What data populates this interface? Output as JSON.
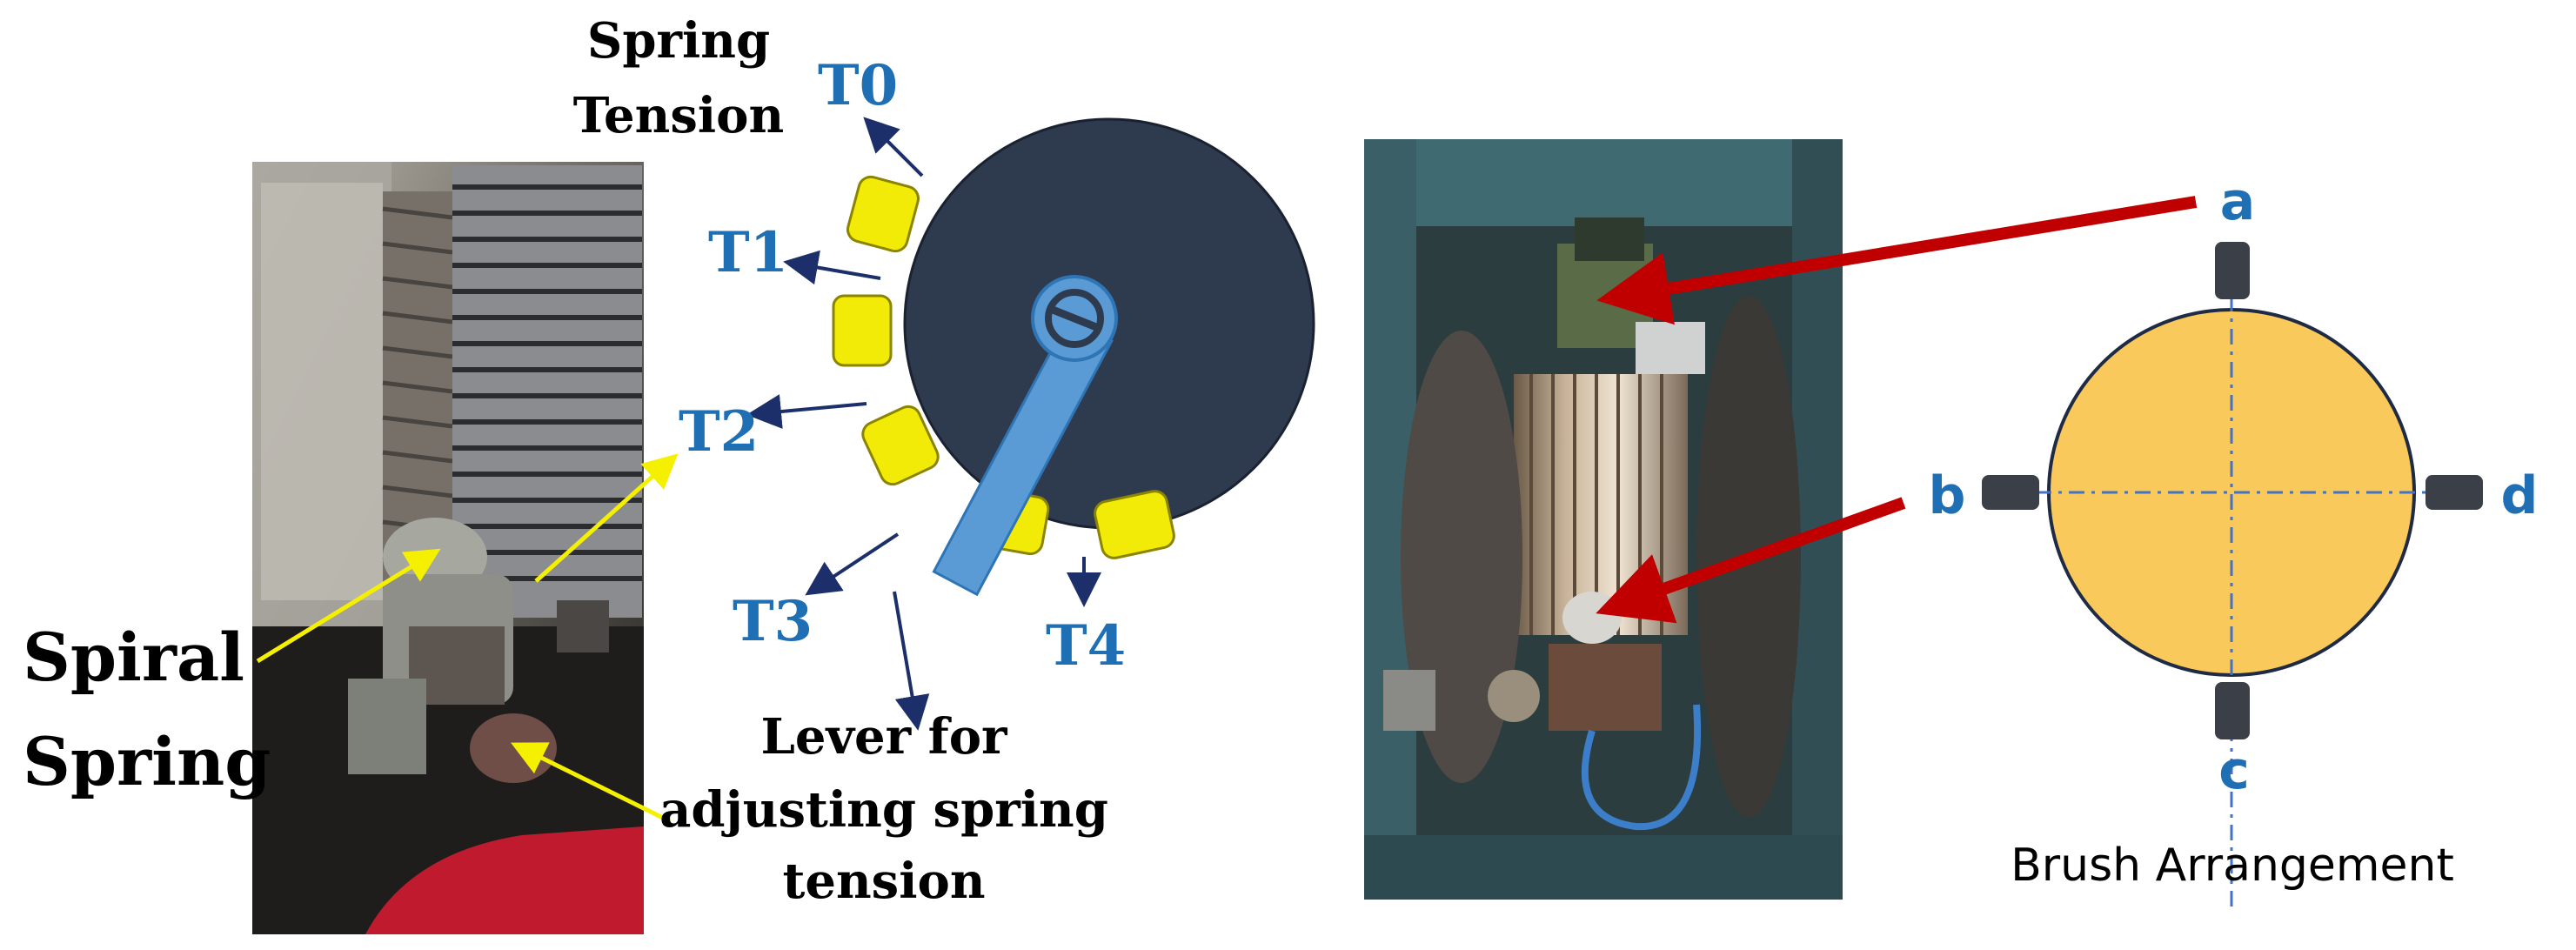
{
  "labels": {
    "spring_tension_line1": "Spring",
    "spring_tension_line2": "Tension",
    "t0": "T0",
    "t1": "T1",
    "t2": "T2",
    "t3": "T3",
    "t4": "T4",
    "spiral_line1": "Spiral",
    "spiral_line2": "Spring",
    "lever_line1": "Lever for",
    "lever_line2": "adjusting spring",
    "lever_line3": "tension",
    "brush_a": "a",
    "brush_b": "b",
    "brush_c": "c",
    "brush_d": "d",
    "brush_arrangement": "Brush Arrangement"
  },
  "colors": {
    "label_blue": "#1f6fb5",
    "disc_navy": "#2e3a4e",
    "pad_yellow": "#f2ea07",
    "lever_blue": "#5b9bd5",
    "arrow_navy": "#1c2f6b",
    "pointer_yellow": "#f5f000",
    "pointer_red": "#c00000",
    "brush_circle": "#f9c95b",
    "brush_block": "#3a3f48",
    "axis_blue": "#4472c4"
  },
  "icons": {
    "photo_left": "spiral-spring-photo",
    "photo_right": "brush-holder-photo",
    "screw": "screw-head-icon"
  }
}
